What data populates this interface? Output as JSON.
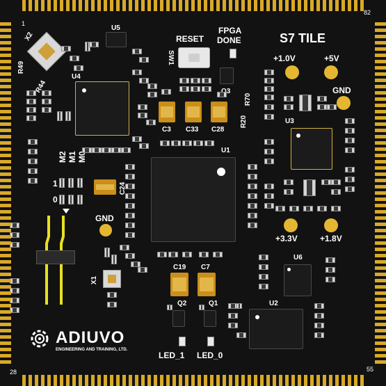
{
  "board": {
    "title": "S7 TILE",
    "background": "#121212",
    "pad_color": "#d9a928",
    "pin_color": "#e8e020"
  },
  "brand": {
    "name": "ADIUVO",
    "tagline": "ENGINEERING AND TRAINING, LTD."
  },
  "pin_numbers": {
    "top_left": "1",
    "top_right": "82",
    "bottom_left": "28",
    "bottom_right": "55"
  },
  "buttons": {
    "reset_label": "RESET",
    "sw_ref": "SW1"
  },
  "fpga": {
    "line1": "FPGA",
    "line2": "DONE"
  },
  "voltages": {
    "v1_0": "+1.0V",
    "v5": "+5V",
    "v3_3": "+3.3V",
    "v1_8": "+1.8V",
    "gnd_right": "GND",
    "gnd_left": "GND"
  },
  "mode": {
    "m2": "M2",
    "m1": "M1",
    "m0": "M0",
    "row_1": "1",
    "row_0": "0"
  },
  "refs": {
    "u1": "U1",
    "u2": "U2",
    "u3": "U3",
    "u4": "U4",
    "u5": "U5",
    "u6": "U6",
    "c3": "C3",
    "c33": "C33",
    "c28": "C28",
    "c19": "C19",
    "c7": "C7",
    "c24": "C24",
    "q1": "Q1",
    "q2": "Q2",
    "q3": "Q3",
    "r20": "R20",
    "r70": "R70",
    "r44": "R44",
    "r49": "R49",
    "x1": "X1",
    "x2": "X2"
  },
  "leds": {
    "led1": "LED_1",
    "led0": "LED_0"
  }
}
